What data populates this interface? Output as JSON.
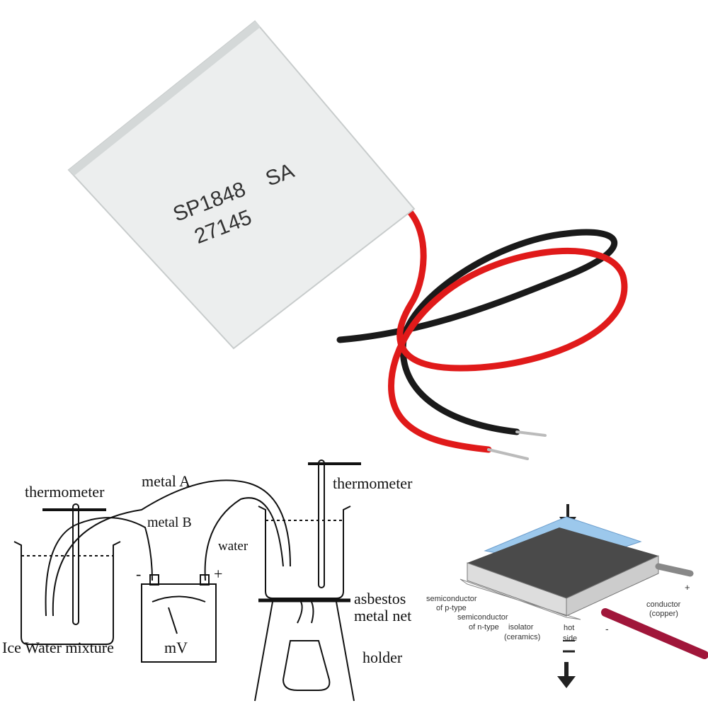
{
  "product": {
    "marking_line1": "SP1848",
    "marking_suffix": "SA",
    "marking_line2": "27145",
    "wire_colors": {
      "positive": "#e01a1a",
      "negative": "#1a1a1a"
    }
  },
  "seebeck_diagram": {
    "labels": {
      "thermometer_left": "thermometer",
      "metal_a": "metal A",
      "metal_b": "metal B",
      "thermometer_right": "thermometer",
      "water": "water",
      "asbestos_line1": "asbestos",
      "asbestos_line2": "metal net",
      "ice_water": "Ice Water mixture",
      "meter_unit": "mV",
      "minus": "-",
      "plus": "+",
      "holder": "holder"
    }
  },
  "peltier_diagram": {
    "labels": {
      "p_type_line1": "semiconductor",
      "p_type_line2": "of p-type",
      "n_type_line1": "semiconductor",
      "n_type_line2": "of n-type",
      "isolator_line1": "isolator",
      "isolator_line2": "(ceramics)",
      "hot_line1": "hot",
      "hot_line2": "side",
      "conductor_line1": "conductor",
      "conductor_line2": "(copper)",
      "plus": "+",
      "minus": "-"
    },
    "colors": {
      "cold_plate": "#9cc8ec",
      "module": "#4a4a4a",
      "wire": "#a0163a"
    }
  }
}
